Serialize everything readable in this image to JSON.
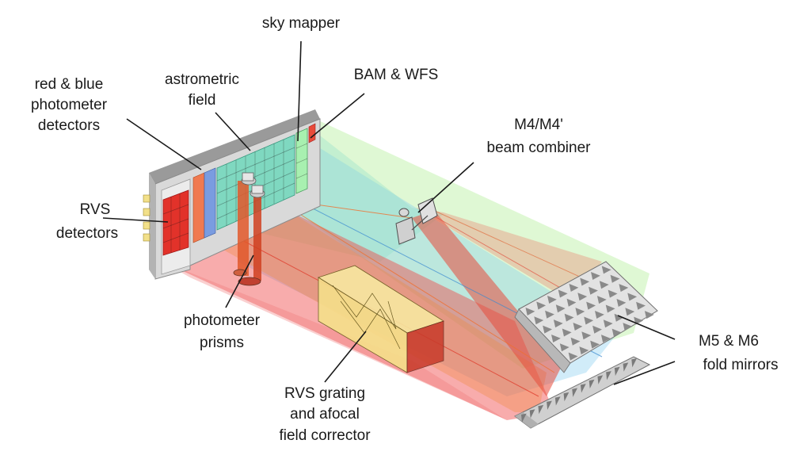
{
  "labels": {
    "sky_mapper": "sky mapper",
    "bam_wfs": "BAM & WFS",
    "red_blue_1": "red & blue",
    "red_blue_2": "photometer",
    "red_blue_3": "detectors",
    "astrometric_1": "astrometric",
    "astrometric_2": "field",
    "m4_1": "M4/M4'",
    "m4_2": "beam combiner",
    "rvs_det_1": "RVS",
    "rvs_det_2": "detectors",
    "prisms_1": "photometer",
    "prisms_2": "prisms",
    "rvs_grating_1": "RVS grating",
    "rvs_grating_2": "and afocal",
    "rvs_grating_3": "field corrector",
    "m5m6_1": "M5 & M6",
    "m5m6_2": "fold mirrors"
  },
  "colors": {
    "rvs_beam": "#f04848",
    "photometer_beam": "#f08a40",
    "astrometric_beam": "#8fe0c8",
    "blue_beam": "#7ac8ee",
    "green_beam": "#b8f0a0",
    "grating_box": "#f7e7a0",
    "mirror": "#d8d8d8",
    "focal_plane": "#cfcfcf"
  }
}
